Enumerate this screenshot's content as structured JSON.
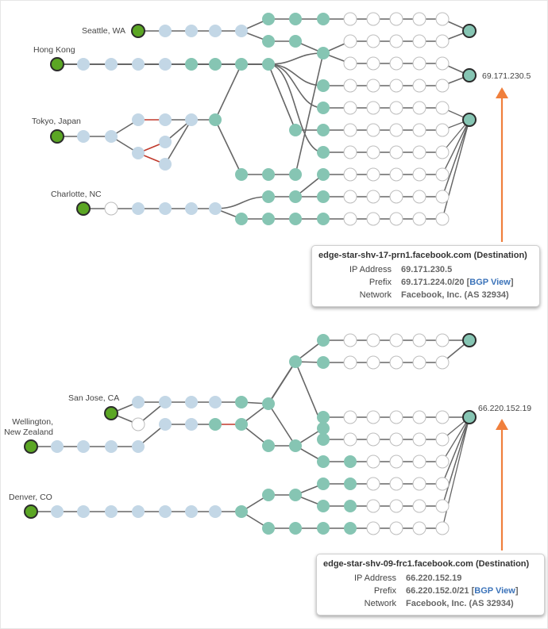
{
  "colors": {
    "source": "#5ba624",
    "transit": "#c3d7e6",
    "facebook": "#86c5b3",
    "unknown": "#ffffff",
    "link": "#666666",
    "link_lossy": "#c0392b",
    "arrow": "#f07f3c"
  },
  "graphs": [
    {
      "sources": [
        {
          "label": "Seattle, WA"
        },
        {
          "label": "Hong Kong"
        },
        {
          "label": "Tokyo, Japan"
        },
        {
          "label": "Charlotte, NC"
        }
      ],
      "destination_ip_label": "69.171.230.5",
      "tooltip": {
        "title": "edge-star-shv-17-prn1.facebook.com (Destination)",
        "rows": [
          {
            "key": "IP Address",
            "value": "69.171.230.5"
          },
          {
            "key": "Prefix",
            "value": "69.171.224.0/20",
            "link_text": "BGP View"
          },
          {
            "key": "Network",
            "value": "Facebook, Inc. (AS 32934)"
          }
        ]
      }
    },
    {
      "sources": [
        {
          "label": "San Jose, CA"
        },
        {
          "label": "Wellington,"
        },
        {
          "label": "New Zealand"
        },
        {
          "label": "Denver, CO"
        }
      ],
      "destination_ip_label": "66.220.152.19",
      "tooltip": {
        "title": "edge-star-shv-09-frc1.facebook.com (Destination)",
        "rows": [
          {
            "key": "IP Address",
            "value": "66.220.152.19"
          },
          {
            "key": "Prefix",
            "value": "66.220.152.0/21",
            "link_text": "BGP View"
          },
          {
            "key": "Network",
            "value": "Facebook, Inc. (AS 32934)"
          }
        ]
      }
    }
  ],
  "legend_node_types": [
    "source",
    "transit",
    "facebook",
    "unknown",
    "destination"
  ]
}
